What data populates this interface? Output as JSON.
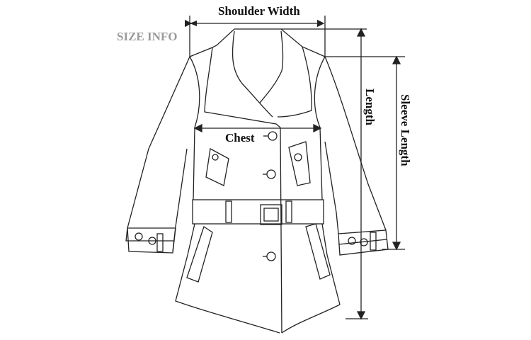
{
  "title": "SIZE INFO",
  "measurements": {
    "shoulder_width": "Shoulder Width",
    "chest": "Chest",
    "length": "Length",
    "sleeve_length": "Sleeve Length"
  }
}
